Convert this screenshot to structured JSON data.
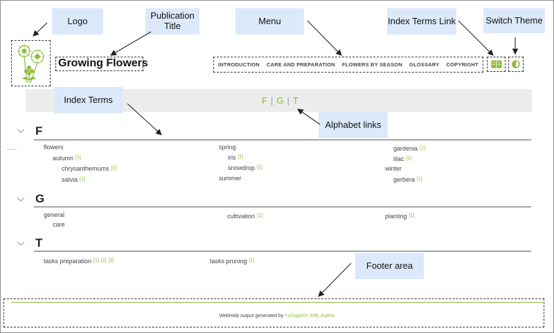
{
  "callouts": {
    "logo": "Logo",
    "publication_title": "Publication Title",
    "menu": "Menu",
    "index_terms_link": "Index Terms Link",
    "switch_theme": "Switch Theme",
    "index_terms": "Index Terms",
    "alphabet_links": "Alphabet links",
    "footer_area": "Footer area"
  },
  "header": {
    "title": "Growing Flowers",
    "menu": [
      "INTRODUCTION",
      "CARE AND PREPARATION",
      "FLOWERS BY SEASON",
      "GLOSSARY",
      "COPYRIGHT"
    ],
    "icons": {
      "index_link": "book-icon",
      "theme_switch": "half-circle-icon"
    }
  },
  "alphabet": [
    "F",
    "G",
    "T"
  ],
  "sections": {
    "F": {
      "letter": "F",
      "terms": {
        "flowers": "flowers",
        "autumn": "autumn",
        "autumn_ref": "[1]",
        "chrysanthemums": "chrysanthemums",
        "chrysanthemums_ref": "[1]",
        "salvia": "salvia",
        "salvia_ref": "[1]",
        "spring": "spring",
        "iris": "iris",
        "iris_ref": "[1]",
        "snowdrop": "snowdrop",
        "snowdrop_ref": "[1]",
        "summer": "summer",
        "gardenia": "gardenia",
        "gardenia_ref": "[1]",
        "lilac": "lilac",
        "lilac_ref": "[1]",
        "winter": "winter",
        "gerbera": "gerbera",
        "gerbera_ref": "[1]"
      }
    },
    "G": {
      "letter": "G",
      "terms": {
        "general": "general",
        "care": "care",
        "cultivation": "cultivation",
        "cultivation_ref": "[1]",
        "planting": "planting",
        "planting_ref": "[1]"
      }
    },
    "T": {
      "letter": "T",
      "terms": {
        "tasks_preparation": "tasks preparation",
        "tasks_preparation_refs": [
          "[1]",
          "[2]",
          "[3]"
        ],
        "tasks_pruning": "tasks pruning",
        "tasks_pruning_ref": "[1]"
      }
    }
  },
  "footer": {
    "text": "WebHelp output generated by",
    "brand": "<oXygen/> XML Author"
  },
  "colors": {
    "accent": "#8bbd35",
    "callout_bg": "#dce9fa",
    "alphabet_bar_bg": "#ececec"
  }
}
